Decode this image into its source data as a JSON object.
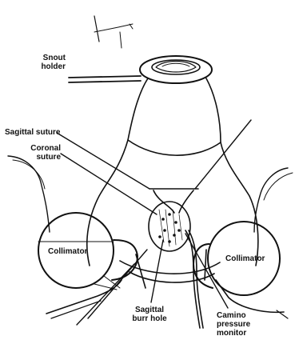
{
  "labels": {
    "snout_holder_line1": "Snout",
    "snout_holder_line2": "holder",
    "sagittal_suture": "Sagittal suture",
    "coronal_suture_line1": "Coronal",
    "coronal_suture_line2": "suture",
    "collimator_left": "Collimator",
    "collimator_right": "Collimator",
    "sagittal_burr_hole_line1": "Sagittal",
    "sagittal_burr_hole_line2": "burr hole",
    "camino_line1": "Camino",
    "camino_line2": "pressure",
    "camino_line3": "monitor"
  },
  "colors": {
    "ink": "#111111",
    "paper": "#ffffff",
    "shade": "#555555"
  }
}
